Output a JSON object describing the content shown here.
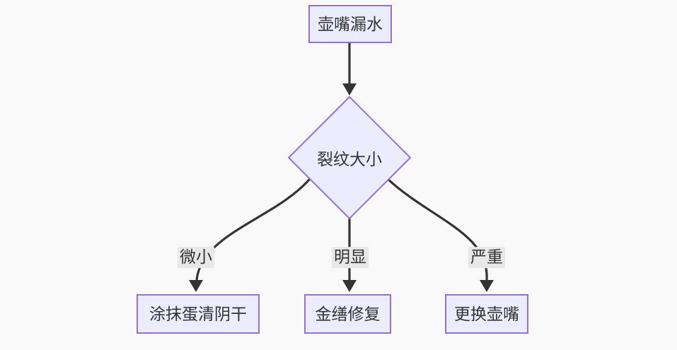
{
  "diagram": {
    "type": "flowchart",
    "direction": "top-down",
    "nodes": {
      "start": {
        "label": "壶嘴漏水",
        "shape": "rectangle"
      },
      "decision": {
        "label": "裂纹大小",
        "shape": "diamond"
      },
      "outcome_minor": {
        "label": "涂抹蛋清阴干",
        "shape": "rectangle"
      },
      "outcome_obvious": {
        "label": "金缮修复",
        "shape": "rectangle"
      },
      "outcome_severe": {
        "label": "更换壶嘴",
        "shape": "rectangle"
      }
    },
    "edges": [
      {
        "from": "start",
        "to": "decision",
        "label": ""
      },
      {
        "from": "decision",
        "to": "outcome_minor",
        "label": "微小"
      },
      {
        "from": "decision",
        "to": "outcome_obvious",
        "label": "明显"
      },
      {
        "from": "decision",
        "to": "outcome_severe",
        "label": "严重"
      }
    ],
    "colors": {
      "background": "#F9F9F9",
      "node_fill": "#ECECFF",
      "node_border": "#9370DB",
      "edge": "#333333",
      "edge_label_bg": "#E8E8E8",
      "text": "#333333"
    }
  }
}
